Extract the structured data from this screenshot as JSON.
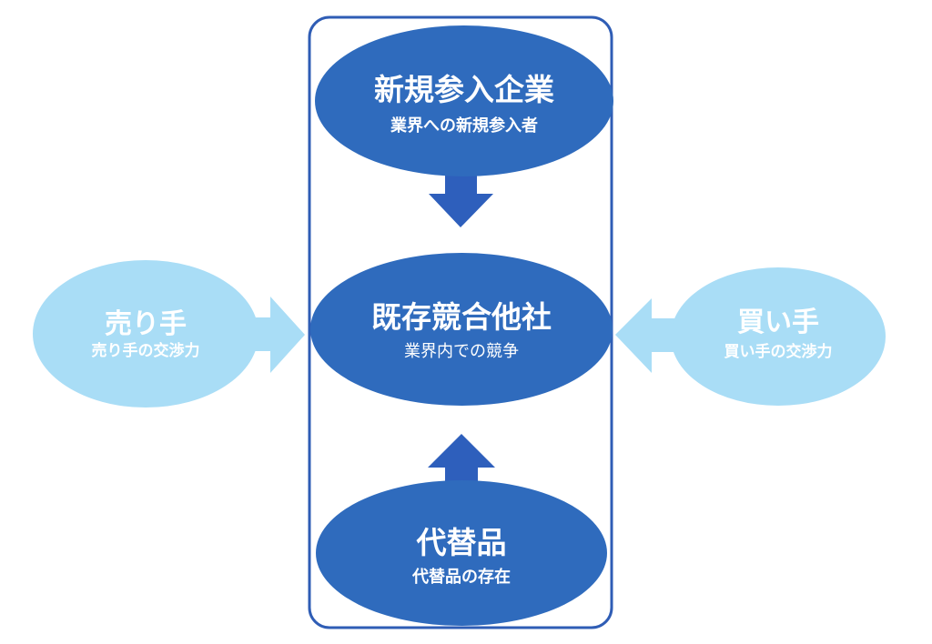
{
  "nodes": {
    "new_entrants": {
      "title": "新規参入企業",
      "subtitle": "業界への新規参入者"
    },
    "rivals": {
      "title": "既存競合他社",
      "subtitle": "業界内での競争"
    },
    "substitutes": {
      "title": "代替品",
      "subtitle": "代替品の存在"
    },
    "suppliers": {
      "title": "売り手",
      "subtitle": "売り手の交渉力"
    },
    "buyers": {
      "title": "買い手",
      "subtitle": "買い手の交渉力"
    }
  },
  "colors": {
    "dark_node": "#2f6bbd",
    "light_node": "#a9ddf6",
    "dark_arrow": "#2e5fbc",
    "light_arrow": "#a9ddf6",
    "frame": "#2f5db5"
  }
}
